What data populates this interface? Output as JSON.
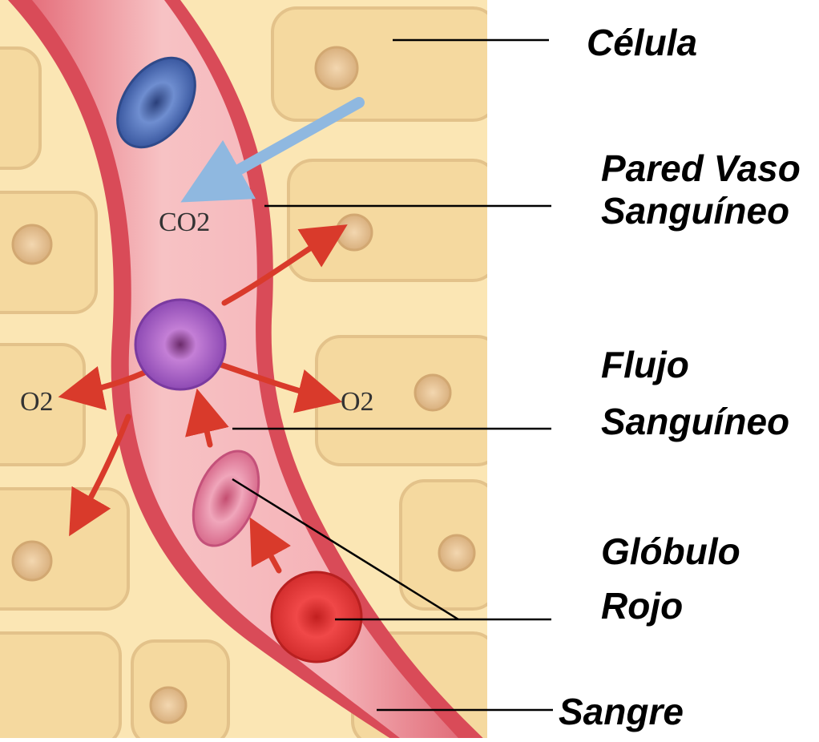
{
  "labels": {
    "celula": "Célula",
    "pared_line1": "Pared Vaso",
    "pared_line2": "Sanguíneo",
    "flujo_line1": "Flujo",
    "flujo_line2": "Sanguíneo",
    "globulo_line1": "Glóbulo",
    "globulo_line2": "Rojo",
    "sangre": "Sangre"
  },
  "diagram": {
    "co2": "CO2",
    "o2_left": "O2",
    "o2_right": "O2"
  },
  "colors": {
    "tissue": "#fbe6b4",
    "cell": "#f5d79c",
    "nucleus": "#e8c896",
    "vessel_wall": "#d64553",
    "vessel_lumen": "#f4a3aa",
    "arrow_o2": "#d93a2b",
    "arrow_co2": "#8fb8e0",
    "blue_cell": "#3f5fa6",
    "purple_cell": "#a966c9",
    "pink_cell": "#e07a98",
    "red_cell": "#e03a3a"
  }
}
